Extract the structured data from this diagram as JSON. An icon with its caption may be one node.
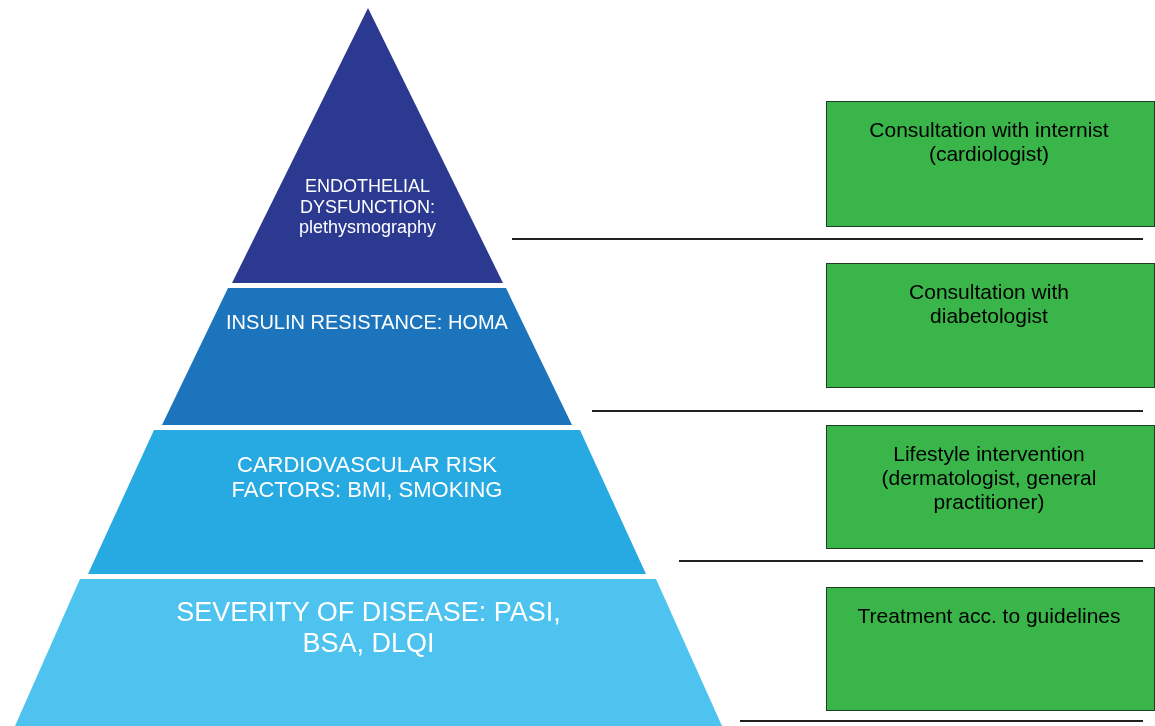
{
  "diagram": {
    "nodes": [
      {
        "text": [
          "ENDOTHELIAL DYSFUNCTION: plethysmography"
        ]
      },
      {
        "text": [
          "INSULIN RESISTANCE: HOMA"
        ]
      },
      {
        "text": [
          "CARDIOVASCULAR RISK FACTORS: BMI, SMOKING"
        ]
      },
      {
        "text": [
          "SEVERITY OF DISEASE: PASI, BSA, DLQI"
        ]
      },
      {
        "text": [
          "Consultation with internist (cardiologist)"
        ]
      },
      {
        "text": [
          "Consultation with diabetologist"
        ]
      },
      {
        "text": [
          "Lifestyle intervention (dermatologist, general practitioner)"
        ]
      },
      {
        "text": [
          "Treatment acc. to guidelines"
        ]
      }
    ]
  }
}
